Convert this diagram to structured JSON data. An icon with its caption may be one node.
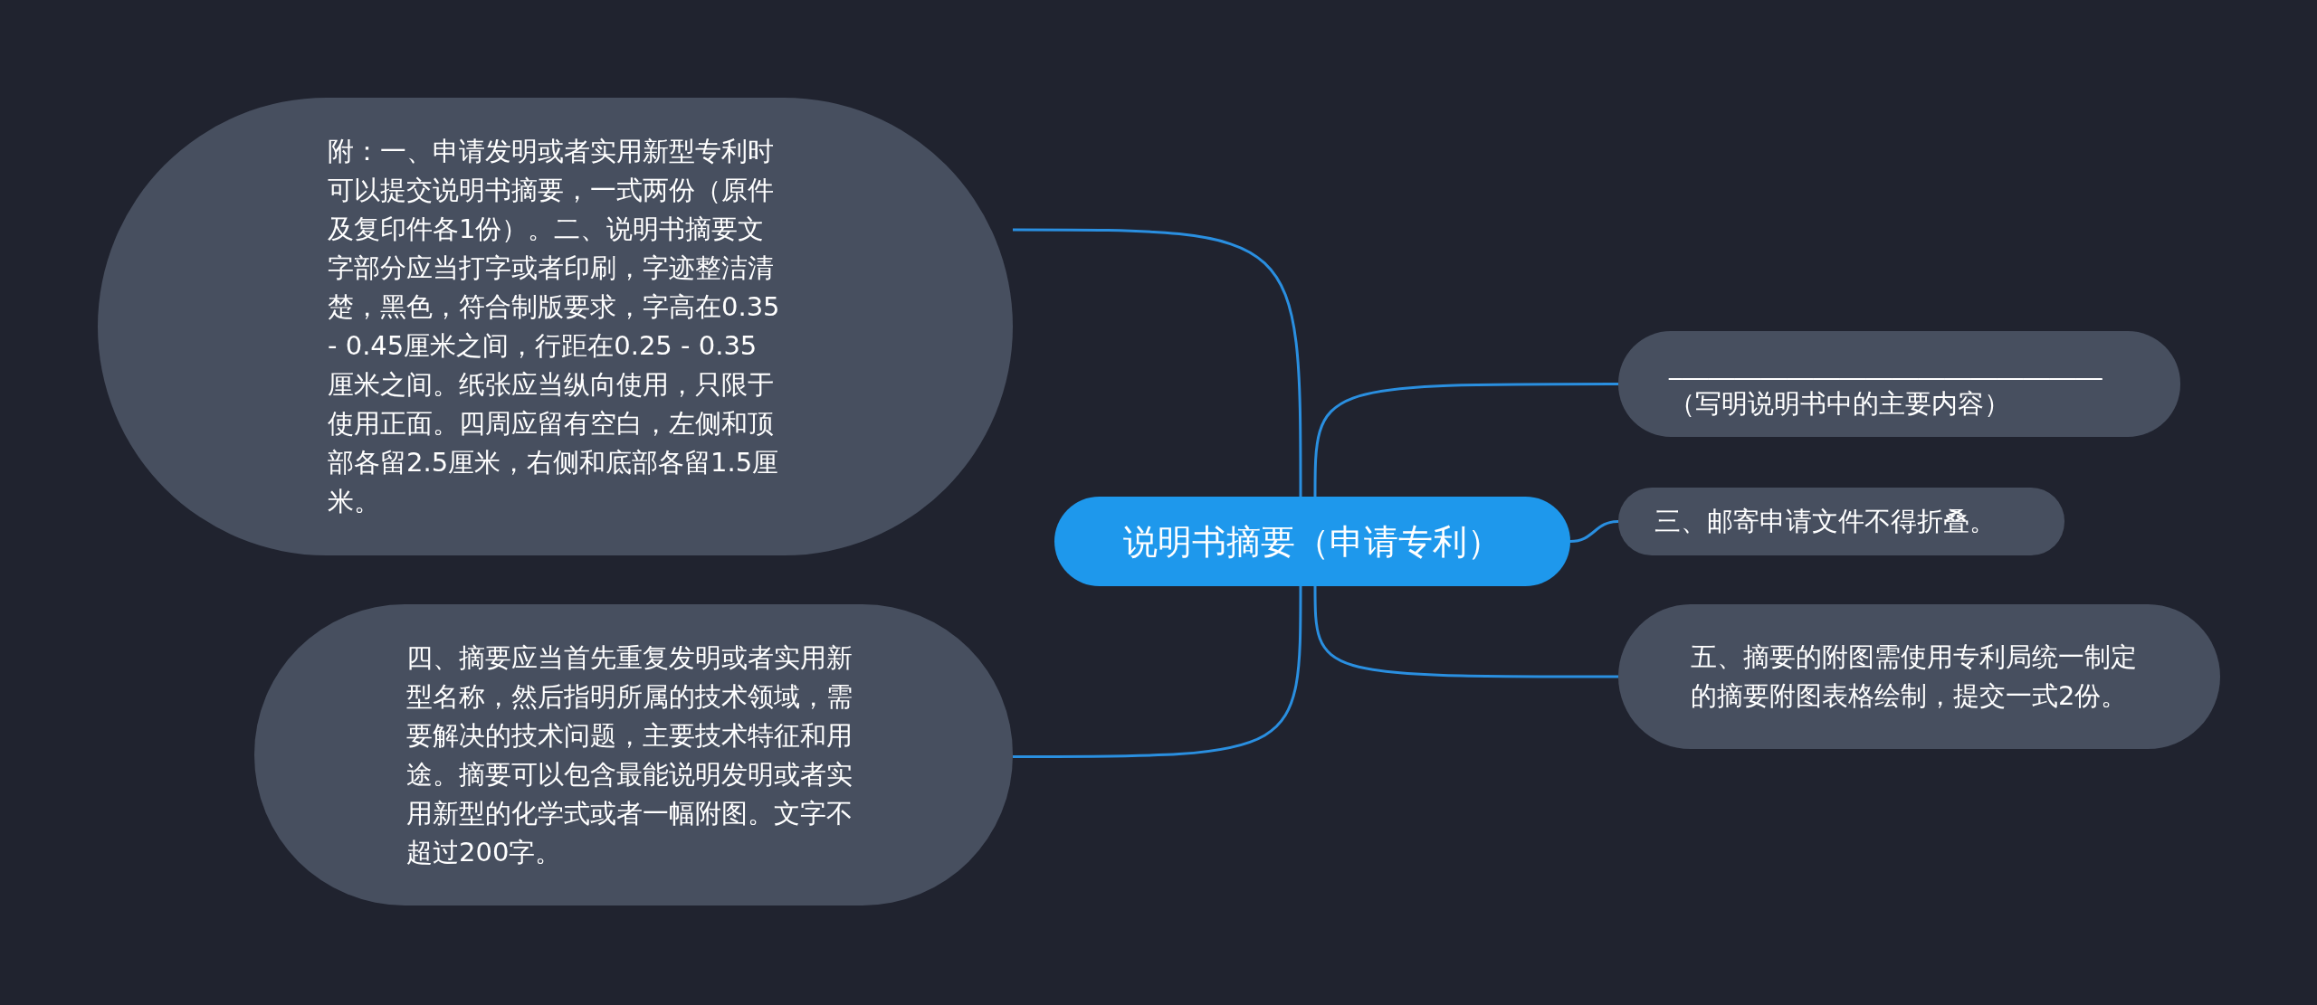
{
  "diagram": {
    "nodes": [
      {
        "text": [
          "说明书摘要（申请专利）"
        ]
      },
      {
        "text": [
          "附：一、申请发明或者实用新型专利时可以提交说明书摘要，一式两份（原件及复印件各1份）。二、说明书摘要文字部分应当打字或者印刷，字迹整洁清楚，黑色，符合制版要求，字高在0.35 - 0.45厘米之间，行距在0.25 - 0.35厘米之间。纸张应当纵向使用，只限于使用正面。四周应留有空白，左侧和顶部各留2.5厘米，右侧和底部各留1.5厘米。"
        ]
      },
      {
        "text": [
          "四、摘要应当首先重复发明或者实用新型名称，然后指明所属的技术领域，需要解决的技术问题，主要技术特征和用途。摘要可以包含最能说明发明或者实用新型的化学式或者一幅附图。文字不超过200字。"
        ]
      },
      {
        "text": [
          "_________________________________（写明说明书中的主要内容）"
        ]
      },
      {
        "text": [
          "三、邮寄申请文件不得折叠。"
        ]
      },
      {
        "text": [
          "五、摘要的附图需使用专利局统一制定的摘要附图表格绘制，提交一式2份。"
        ]
      }
    ],
    "edges": [
      {
        "from": 0,
        "to": 1,
        "arrow": "none"
      },
      {
        "from": 0,
        "to": 2,
        "arrow": "none"
      },
      {
        "from": 0,
        "to": 3,
        "arrow": "none"
      },
      {
        "from": 0,
        "to": 4,
        "arrow": "none"
      },
      {
        "from": 0,
        "to": 5,
        "arrow": "none"
      }
    ]
  }
}
